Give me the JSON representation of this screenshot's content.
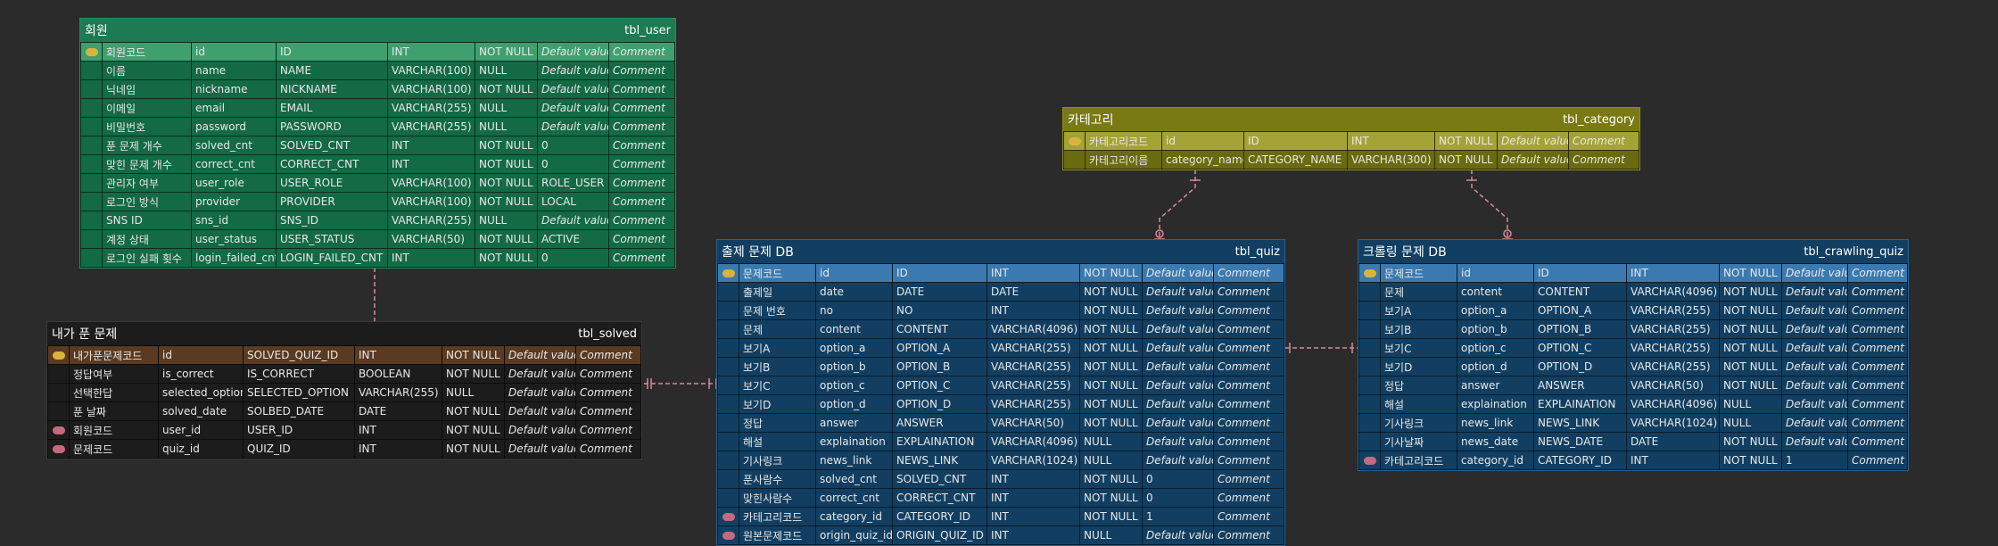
{
  "placeholders": {
    "default": "Default value",
    "comment": "Comment"
  },
  "colors": {
    "background": "#2b2b2b",
    "user": "#136a45",
    "solved": "#1c1c1c",
    "category": "#6a6a10",
    "quiz": "#123f61",
    "crawling": "#123f61",
    "varchar_error": "#e6484a",
    "relation": "#d68a9b"
  },
  "entities": [
    {
      "id": "user",
      "title": "회원",
      "table": "tbl_user",
      "rows": [
        {
          "key": "pk",
          "label": "회원코드",
          "field": "id",
          "column": "ID",
          "type": "INT",
          "nn": "NOT NULL",
          "def": "",
          "cmt": ""
        },
        {
          "key": "",
          "label": "이름",
          "field": "name",
          "column": "NAME",
          "type": "VARCHAR(100)",
          "nn": "NULL",
          "def": "",
          "cmt": ""
        },
        {
          "key": "",
          "label": "닉네임",
          "field": "nickname",
          "column": "NICKNAME",
          "type": "VARCHAR(100)",
          "nn": "NOT NULL",
          "def": "",
          "cmt": ""
        },
        {
          "key": "",
          "label": "이메일",
          "field": "email",
          "column": "EMAIL",
          "type": "VARCHAR(255)",
          "nn": "NULL",
          "def": "",
          "cmt": ""
        },
        {
          "key": "",
          "label": "비밀번호",
          "field": "password",
          "column": "PASSWORD",
          "type": "VARCHAR(255)",
          "nn": "NULL",
          "def": "",
          "cmt": ""
        },
        {
          "key": "",
          "label": "푼 문제 개수",
          "field": "solved_cnt",
          "column": "SOLVED_CNT",
          "type": "INT",
          "nn": "NOT NULL",
          "def": "0",
          "cmt": ""
        },
        {
          "key": "",
          "label": "맞힌 문제 개수",
          "field": "correct_cnt",
          "column": "CORRECT_CNT",
          "type": "INT",
          "nn": "NOT NULL",
          "def": "0",
          "cmt": ""
        },
        {
          "key": "",
          "label": "관리자 여부",
          "field": "user_role",
          "column": "USER_ROLE",
          "type": "VARCHAR(100)",
          "red": true,
          "nn": "NOT NULL",
          "def": "ROLE_USER",
          "cmt": ""
        },
        {
          "key": "",
          "label": "로그인 방식",
          "field": "provider",
          "column": "PROVIDER",
          "type": "VARCHAR(100)",
          "nn": "NOT NULL",
          "def": "LOCAL",
          "cmt": ""
        },
        {
          "key": "",
          "label": "SNS ID",
          "field": "sns_id",
          "column": "SNS_ID",
          "type": "VARCHAR(255)",
          "nn": "NULL",
          "def": "",
          "cmt": ""
        },
        {
          "key": "",
          "label": "계정 상태",
          "field": "user_status",
          "column": "USER_STATUS",
          "type": "VARCHAR(50)",
          "nn": "NOT NULL",
          "def": "ACTIVE",
          "cmt": ""
        },
        {
          "key": "",
          "label": "로그인 실패 횟수",
          "field": "login_failed_cnt",
          "column": "LOGIN_FAILED_CNT",
          "type": "INT",
          "nn": "NOT NULL",
          "def": "0",
          "cmt": ""
        }
      ]
    },
    {
      "id": "solved",
      "title": "내가 푼 문제",
      "table": "tbl_solved",
      "rows": [
        {
          "key": "pk",
          "label": "내가푼문제코드",
          "field": "id",
          "column": "SOLVED_QUIZ_ID",
          "type": "INT",
          "nn": "NOT NULL",
          "def": "",
          "cmt": ""
        },
        {
          "key": "",
          "label": "정답여부",
          "field": "is_correct",
          "column": "IS_CORRECT",
          "type": "BOOLEAN",
          "nn": "NOT NULL",
          "def": "",
          "cmt": ""
        },
        {
          "key": "",
          "label": "선택한답",
          "field": "selected_option",
          "column": "SELECTED_OPTION",
          "type": "VARCHAR(255)",
          "red": true,
          "nn": "NULL",
          "def": "",
          "cmt": ""
        },
        {
          "key": "",
          "label": "푼 날짜",
          "field": "solved_date",
          "column": "SOLBED_DATE",
          "type": "DATE",
          "nn": "NOT NULL",
          "def": "",
          "cmt": ""
        },
        {
          "key": "fk",
          "label": "회원코드",
          "field": "user_id",
          "column": "USER_ID",
          "type": "INT",
          "nn": "NOT NULL",
          "def": "",
          "cmt": ""
        },
        {
          "key": "fk",
          "label": "문제코드",
          "field": "quiz_id",
          "column": "QUIZ_ID",
          "type": "INT",
          "nn": "NOT NULL",
          "def": "",
          "cmt": ""
        }
      ]
    },
    {
      "id": "category",
      "title": "카테고리",
      "table": "tbl_category",
      "rows": [
        {
          "key": "pk",
          "label": "카테고리코드",
          "field": "id",
          "column": "ID",
          "type": "INT",
          "nn": "NOT NULL",
          "def": "",
          "cmt": ""
        },
        {
          "key": "",
          "label": "카테고리이름",
          "field": "category_name",
          "column": "CATEGORY_NAME",
          "type": "VARCHAR(300)",
          "nn": "NOT NULL",
          "def": "",
          "cmt": ""
        }
      ]
    },
    {
      "id": "quiz",
      "title": "출제 문제 DB",
      "table": "tbl_quiz",
      "rows": [
        {
          "key": "pk",
          "label": "문제코드",
          "field": "id",
          "column": "ID",
          "type": "INT",
          "nn": "NOT NULL",
          "def": "",
          "cmt": ""
        },
        {
          "key": "",
          "label": "출제일",
          "field": "date",
          "column": "DATE",
          "type": "DATE",
          "nn": "NOT NULL",
          "def": "",
          "cmt": ""
        },
        {
          "key": "",
          "label": "문제 번호",
          "field": "no",
          "column": "NO",
          "type": "INT",
          "nn": "NOT NULL",
          "def": "",
          "cmt": ""
        },
        {
          "key": "",
          "label": "문제",
          "field": "content",
          "column": "CONTENT",
          "type": "VARCHAR(4096)",
          "nn": "NOT NULL",
          "def": "",
          "cmt": ""
        },
        {
          "key": "",
          "label": "보기A",
          "field": "option_a",
          "column": "OPTION_A",
          "type": "VARCHAR(255)",
          "red": true,
          "nn": "NOT NULL",
          "def": "",
          "cmt": ""
        },
        {
          "key": "",
          "label": "보기B",
          "field": "option_b",
          "column": "OPTION_B",
          "type": "VARCHAR(255)",
          "red": true,
          "nn": "NOT NULL",
          "def": "",
          "cmt": ""
        },
        {
          "key": "",
          "label": "보기C",
          "field": "option_c",
          "column": "OPTION_C",
          "type": "VARCHAR(255)",
          "red": true,
          "nn": "NOT NULL",
          "def": "",
          "cmt": ""
        },
        {
          "key": "",
          "label": "보기D",
          "field": "option_d",
          "column": "OPTION_D",
          "type": "VARCHAR(255)",
          "red": true,
          "nn": "NOT NULL",
          "def": "",
          "cmt": ""
        },
        {
          "key": "",
          "label": "정답",
          "field": "answer",
          "column": "ANSWER",
          "type": "VARCHAR(50)",
          "red": true,
          "nn": "NOT NULL",
          "def": "",
          "cmt": ""
        },
        {
          "key": "",
          "label": "해설",
          "field": "explaination",
          "column": "EXPLAINATION",
          "type": "VARCHAR(4096)",
          "nn": "NULL",
          "def": "",
          "cmt": ""
        },
        {
          "key": "",
          "label": "기사링크",
          "field": "news_link",
          "column": "NEWS_LINK",
          "type": "VARCHAR(1024)",
          "nn": "NULL",
          "def": "",
          "cmt": ""
        },
        {
          "key": "",
          "label": "푼사람수",
          "field": "solved_cnt",
          "column": "SOLVED_CNT",
          "type": "INT",
          "nn": "NOT NULL",
          "def": "0",
          "cmt": ""
        },
        {
          "key": "",
          "label": "맞힌사람수",
          "field": "correct_cnt",
          "column": "CORRECT_CNT",
          "type": "INT",
          "nn": "NOT NULL",
          "def": "0",
          "cmt": ""
        },
        {
          "key": "fk",
          "label": "카테고리코드",
          "field": "category_id",
          "column": "CATEGORY_ID",
          "type": "INT",
          "nn": "NOT NULL",
          "def": "1",
          "cmt": ""
        },
        {
          "key": "fk",
          "label": "원본문제코드",
          "field": "origin_quiz_id",
          "column": "ORIGIN_QUIZ_ID",
          "type": "INT",
          "nn": "NULL",
          "def": "",
          "cmt": ""
        }
      ]
    },
    {
      "id": "crawling",
      "title": "크롤링 문제 DB",
      "table": "tbl_crawling_quiz",
      "rows": [
        {
          "key": "pk",
          "label": "문제코드",
          "field": "id",
          "column": "ID",
          "type": "INT",
          "nn": "NOT NULL",
          "def": "",
          "cmt": ""
        },
        {
          "key": "",
          "label": "문제",
          "field": "content",
          "column": "CONTENT",
          "type": "VARCHAR(4096)",
          "nn": "NOT NULL",
          "def": "",
          "cmt": ""
        },
        {
          "key": "",
          "label": "보기A",
          "field": "option_a",
          "column": "OPTION_A",
          "type": "VARCHAR(255)",
          "red": true,
          "nn": "NOT NULL",
          "def": "",
          "cmt": ""
        },
        {
          "key": "",
          "label": "보기B",
          "field": "option_b",
          "column": "OPTION_B",
          "type": "VARCHAR(255)",
          "red": true,
          "nn": "NOT NULL",
          "def": "",
          "cmt": ""
        },
        {
          "key": "",
          "label": "보기C",
          "field": "option_c",
          "column": "OPTION_C",
          "type": "VARCHAR(255)",
          "red": true,
          "nn": "NOT NULL",
          "def": "",
          "cmt": ""
        },
        {
          "key": "",
          "label": "보기D",
          "field": "option_d",
          "column": "OPTION_D",
          "type": "VARCHAR(255)",
          "red": true,
          "nn": "NOT NULL",
          "def": "",
          "cmt": ""
        },
        {
          "key": "",
          "label": "정답",
          "field": "answer",
          "column": "ANSWER",
          "type": "VARCHAR(50)",
          "red": true,
          "nn": "NOT NULL",
          "def": "",
          "cmt": ""
        },
        {
          "key": "",
          "label": "해설",
          "field": "explaination",
          "column": "EXPLAINATION",
          "type": "VARCHAR(4096)",
          "nn": "NULL",
          "def": "",
          "cmt": ""
        },
        {
          "key": "",
          "label": "기사링크",
          "field": "news_link",
          "column": "NEWS_LINK",
          "type": "VARCHAR(1024)",
          "nn": "NULL",
          "def": "",
          "cmt": ""
        },
        {
          "key": "",
          "label": "기사날짜",
          "field": "news_date",
          "column": "NEWS_DATE",
          "type": "DATE",
          "nn": "NOT NULL",
          "def": "",
          "cmt": ""
        },
        {
          "key": "fk",
          "label": "카테고리코드",
          "field": "category_id",
          "column": "CATEGORY_ID",
          "type": "INT",
          "nn": "NOT NULL",
          "def": "1",
          "cmt": ""
        }
      ]
    }
  ]
}
